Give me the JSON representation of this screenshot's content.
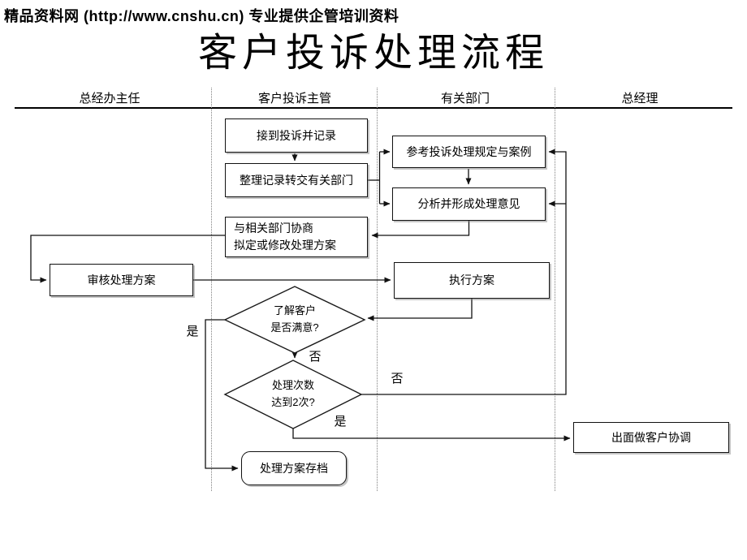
{
  "slide": {
    "watermark": "精品资料网 (http://www.cnshu.cn) 专业提供企管培训资料",
    "title": "客户投诉处理流程"
  },
  "lanes": [
    {
      "label": "总经办主任"
    },
    {
      "label": "客户投诉主管"
    },
    {
      "label": "有关部门"
    },
    {
      "label": "总经理"
    }
  ],
  "nodes": {
    "receive": {
      "label": "接到投诉并记录"
    },
    "organize": {
      "label": "整理记录转交有关部门"
    },
    "reference": {
      "label": "参考投诉处理规定与案例"
    },
    "analyze": {
      "label": "分析并形成处理意见"
    },
    "negotiate": {
      "line1": "与相关部门协商",
      "line2": "拟定或修改处理方案"
    },
    "review": {
      "label": "审核处理方案"
    },
    "execute": {
      "label": "执行方案"
    },
    "decision_satisfaction": {
      "line1": "了解客户",
      "line2": "是否满意?"
    },
    "decision_times": {
      "line1": "处理次数",
      "line2": "达到2次?"
    },
    "coordinate": {
      "label": "出面做客户协调"
    },
    "archive": {
      "label": "处理方案存档"
    }
  },
  "branch_labels": {
    "satisfaction_yes": "是",
    "satisfaction_no": "否",
    "times_no": "否",
    "times_yes": "是"
  }
}
